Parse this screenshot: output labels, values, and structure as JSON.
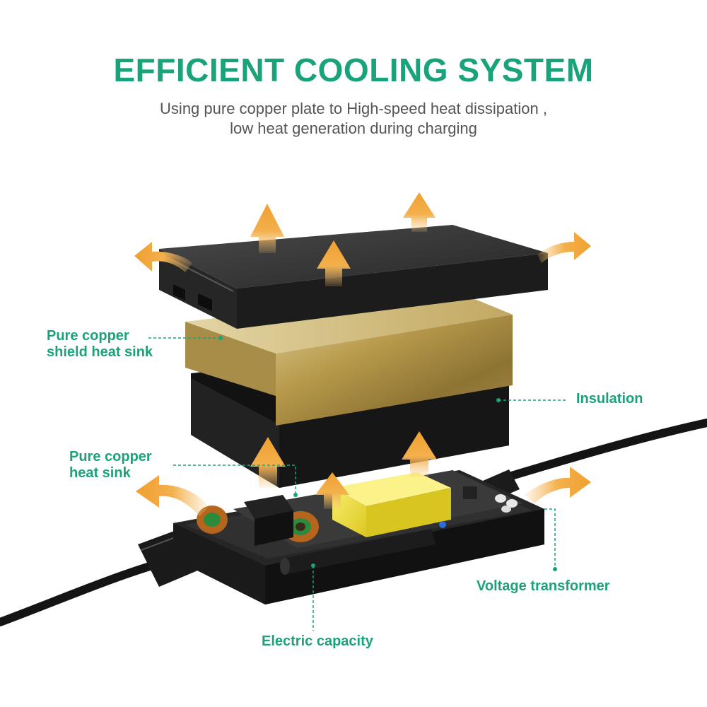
{
  "header": {
    "title": "EFFICIENT COOLING SYSTEM",
    "subtitle_line1": "Using pure copper plate to High-speed heat dissipation ,",
    "subtitle_line2": "low heat generation during charging"
  },
  "labels": {
    "shield_heat_sink_line1": "Pure copper",
    "shield_heat_sink_line2": "shield heat sink",
    "insulation": "Insulation",
    "heat_sink_line1": "Pure copper",
    "heat_sink_line2": "heat sink",
    "voltage_transformer": "Voltage transformer",
    "electric_capacity": "Electric capacity"
  },
  "colors": {
    "accent_green": "#1aa37a",
    "heat_arrow": "#f0a83a",
    "copper": "#b49a52",
    "casing": "#1e1e1e",
    "lid": "#2b2b2b",
    "transformer": "#f2e33a"
  }
}
